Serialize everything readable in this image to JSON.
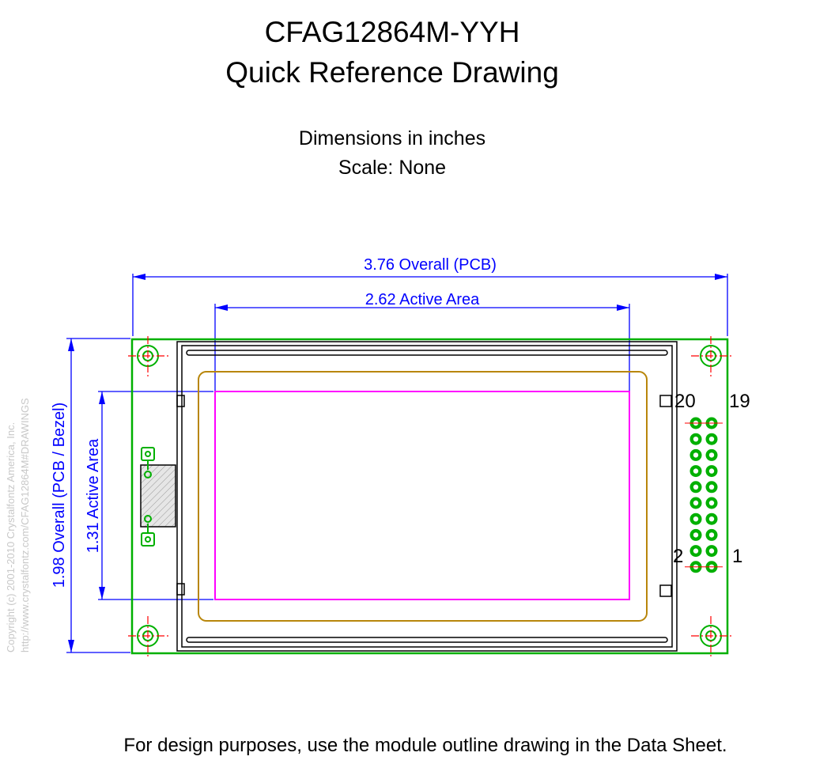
{
  "title": {
    "line1": "CFAG12864M-YYH",
    "line2": "Quick Reference Drawing"
  },
  "subtitle": {
    "line1": "Dimensions in inches",
    "line2": "Scale: None"
  },
  "dimensions": {
    "overall_width": "3.76 Overall (PCB)",
    "active_width": "2.62 Active Area",
    "overall_height": "1.98 Overall (PCB / Bezel)",
    "active_height": "1.31 Active Area"
  },
  "pins": {
    "top_left": "20",
    "top_right": "19",
    "bottom_left": "2",
    "bottom_right": "1"
  },
  "copyright": {
    "line1": "Copyright (c) 2001-2010 Crystalfontz America, Inc.",
    "line2": "http://www.crystalfontz.com/CFAG12864M#DRAWINGS"
  },
  "footer_note": "For design purposes, use the module outline drawing in the Data Sheet.",
  "colors": {
    "dimension": "#0000ff",
    "pcb": "#00b000",
    "active_area": "#ff00ff",
    "viewing_area": "#b8860b",
    "center_line": "#ff0000"
  }
}
